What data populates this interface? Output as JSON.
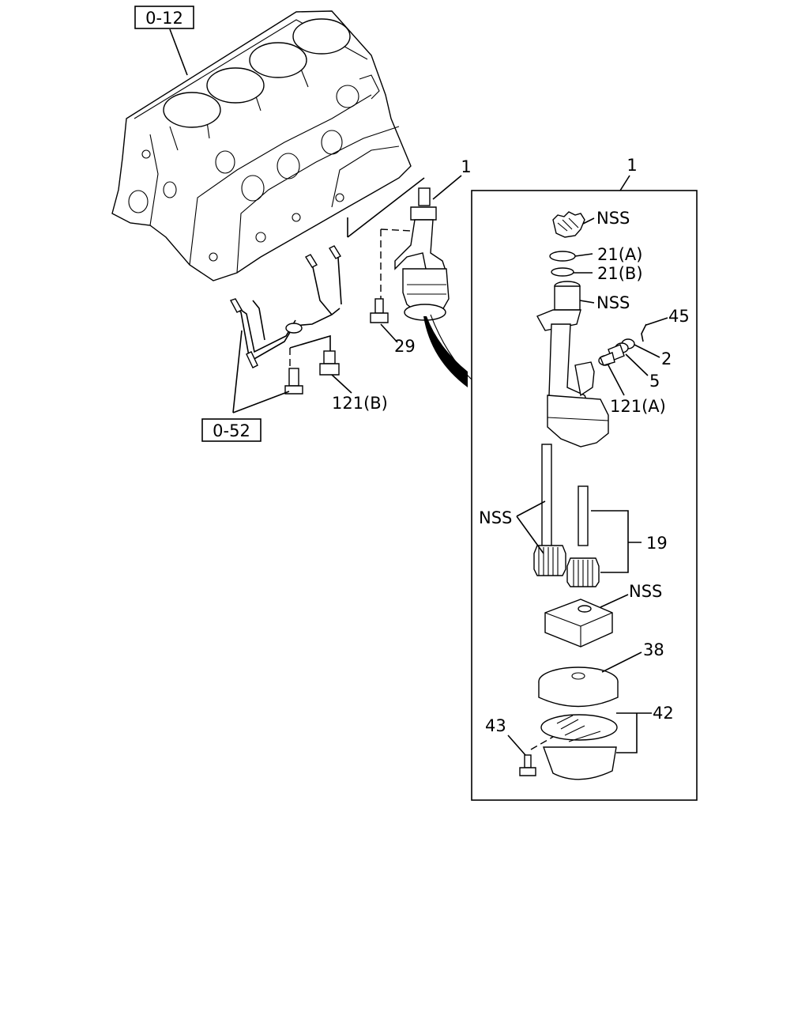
{
  "labels": {
    "ref_block": "0-12",
    "ref_pipe": "0-52",
    "pump_assy_left": "1",
    "pump_assy_right": "1",
    "nss_gear": "NSS",
    "oring_a": "21(A)",
    "oring_b": "21(B)",
    "nss_body": "NSS",
    "pin": "45",
    "spring": "2",
    "plunger": "5",
    "bolt_a": "121(A)",
    "bolt_29": "29",
    "bolt_b": "121(B)",
    "nss_shaft": "NSS",
    "shaft_set": "19",
    "nss_cover": "NSS",
    "strainer": "38",
    "screen": "42",
    "screw": "43"
  }
}
